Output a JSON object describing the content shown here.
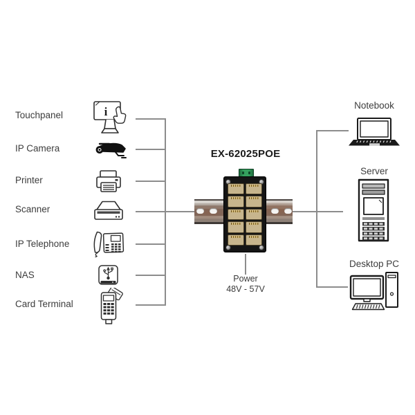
{
  "diagram": {
    "title": "EX-62025POE",
    "power_label": {
      "line1": "Power",
      "line2": "48V - 57V"
    },
    "left_devices": [
      {
        "label": "Touchpanel",
        "icon": "touchpanel-icon"
      },
      {
        "label": "IP Camera",
        "icon": "ip-camera-icon"
      },
      {
        "label": "Printer",
        "icon": "printer-icon"
      },
      {
        "label": "Scanner",
        "icon": "scanner-icon"
      },
      {
        "label": "IP Telephone",
        "icon": "ip-telephone-icon"
      },
      {
        "label": "NAS",
        "icon": "nas-icon"
      },
      {
        "label": "Card Terminal",
        "icon": "card-terminal-icon"
      }
    ],
    "right_devices": [
      {
        "label": "Notebook",
        "icon": "notebook-icon"
      },
      {
        "label": "Server",
        "icon": "server-icon"
      },
      {
        "label": "Desktop PC",
        "icon": "desktop-pc-icon"
      }
    ],
    "touchpanel_glyph": "i",
    "colors": {
      "wire": "#8c8c8c",
      "switch_body": "#151515",
      "port_beige": "#c7b58d",
      "terminal_green": "#35a05e",
      "rail_silver": "#b3aaa2",
      "rail_rust": "#8d6a55",
      "text": "#3c3c3c"
    }
  }
}
